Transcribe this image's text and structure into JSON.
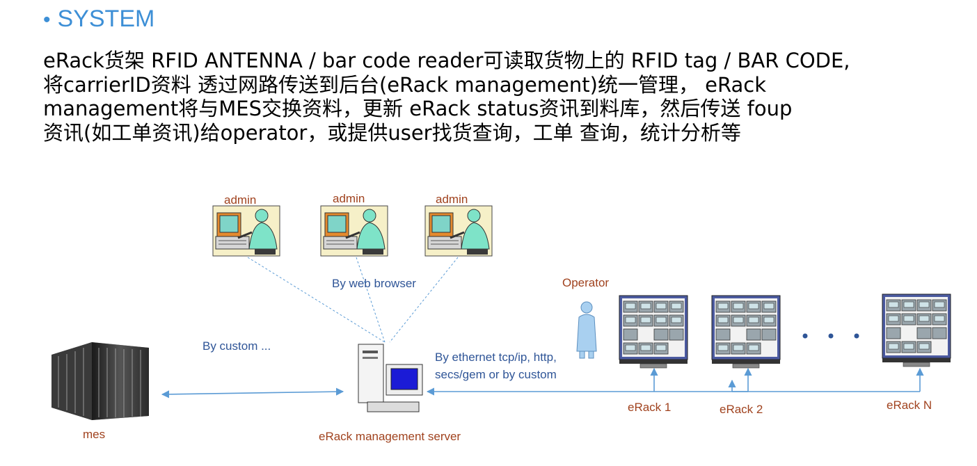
{
  "header": {
    "bullet": "•",
    "title": "SYSTEM"
  },
  "paragraph": {
    "lines": [
      "eRack货架 RFID ANTENNA / bar code reader可读取货物上的 RFID tag / BAR CODE,",
      "将carrierID资料 透过网路传送到后台(eRack management)统一管理，  eRack",
      "management将与MES交换资料，更新 eRack status资讯到料库，然后传送 foup",
      "资讯(如工单资讯)给operator，或提供user找货查询，工单 查询，统计分析等"
    ]
  },
  "diagram": {
    "admin_labels": [
      "admin",
      "admin",
      "admin"
    ],
    "web_browser_label": "By web browser",
    "custom_label": "By custom ...",
    "operator_label": "Operator",
    "ethernet_label_line1": "By ethernet tcp/ip, http,",
    "ethernet_label_line2": "secs/gem or by custom",
    "mes_label": "mes",
    "server_label": "eRack management server",
    "erack_labels": [
      "eRack 1",
      "eRack 2",
      "eRack N"
    ],
    "colors": {
      "heading": "#3d8fd6",
      "blue_text": "#2f5597",
      "brown_text": "#a0421e",
      "arrow": "#5b9bd5"
    }
  }
}
